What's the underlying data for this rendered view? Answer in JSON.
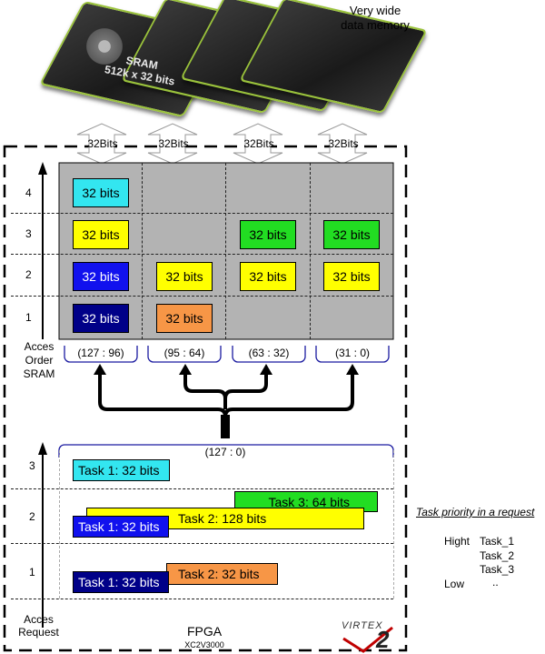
{
  "top_label": {
    "line1": "Very wide",
    "line2": "data memory"
  },
  "chip": {
    "line1": "SRAM",
    "line2": "512k x 32 bits"
  },
  "bus_labels": [
    "32Bits",
    "32Bits",
    "32Bits",
    "32Bits"
  ],
  "sram": {
    "rows": [
      "4",
      "3",
      "2",
      "1"
    ],
    "axis_label": {
      "line1": "Acces",
      "line2": "Order",
      "line3": "SRAM"
    },
    "cell_text": "32 bits",
    "ranges": [
      "(127 : 96)",
      "(95 : 64)",
      "(63 : 32)",
      "(31 : 0)"
    ],
    "cells": [
      {
        "row": 4,
        "col": 1,
        "color": "#33e6f0",
        "text": "32 bits"
      },
      {
        "row": 3,
        "col": 1,
        "color": "#ffff00",
        "text": "32 bits"
      },
      {
        "row": 3,
        "col": 3,
        "color": "#22dd22",
        "text": "32 bits"
      },
      {
        "row": 3,
        "col": 4,
        "color": "#22dd22",
        "text": "32 bits"
      },
      {
        "row": 2,
        "col": 1,
        "color": "#1111ee",
        "text": "32 bits"
      },
      {
        "row": 2,
        "col": 2,
        "color": "#ffff00",
        "text": "32 bits"
      },
      {
        "row": 2,
        "col": 3,
        "color": "#ffff00",
        "text": "32 bits"
      },
      {
        "row": 2,
        "col": 4,
        "color": "#ffff00",
        "text": "32 bits"
      },
      {
        "row": 1,
        "col": 1,
        "color": "#000088",
        "text": "32 bits"
      },
      {
        "row": 1,
        "col": 2,
        "color": "#f79646",
        "text": "32 bits"
      }
    ]
  },
  "merge_range": "(127 : 0)",
  "request": {
    "rows": [
      "3",
      "2",
      "1"
    ],
    "axis_label": {
      "line1": "Acces",
      "line2": "Request"
    },
    "tasks": [
      {
        "name": "t1-row3",
        "text": "Task 1: 32 bits",
        "color": "#33e6f0"
      },
      {
        "name": "t3-row2",
        "text": "Task 3: 64 bits",
        "color": "#22dd22"
      },
      {
        "name": "t2-row2",
        "text": "Task 2: 128 bits",
        "color": "#ffff00"
      },
      {
        "name": "t1-row2",
        "text": "Task 1: 32 bits",
        "color": "#1111ee"
      },
      {
        "name": "t2-row1",
        "text": "Task 2: 32 bits",
        "color": "#f79646"
      },
      {
        "name": "t1-row1",
        "text": "Task 1: 32 bits",
        "color": "#000088"
      }
    ]
  },
  "fpga": {
    "title": "FPGA",
    "model": "XC2V3000",
    "brand": "VIRTEX",
    "brand_mark": "2"
  },
  "priority": {
    "title": "Task priority in a request",
    "high": "Hight",
    "low": "Low",
    "tasks": [
      "Task_1",
      "Task_2",
      "Task_3",
      ".."
    ]
  }
}
